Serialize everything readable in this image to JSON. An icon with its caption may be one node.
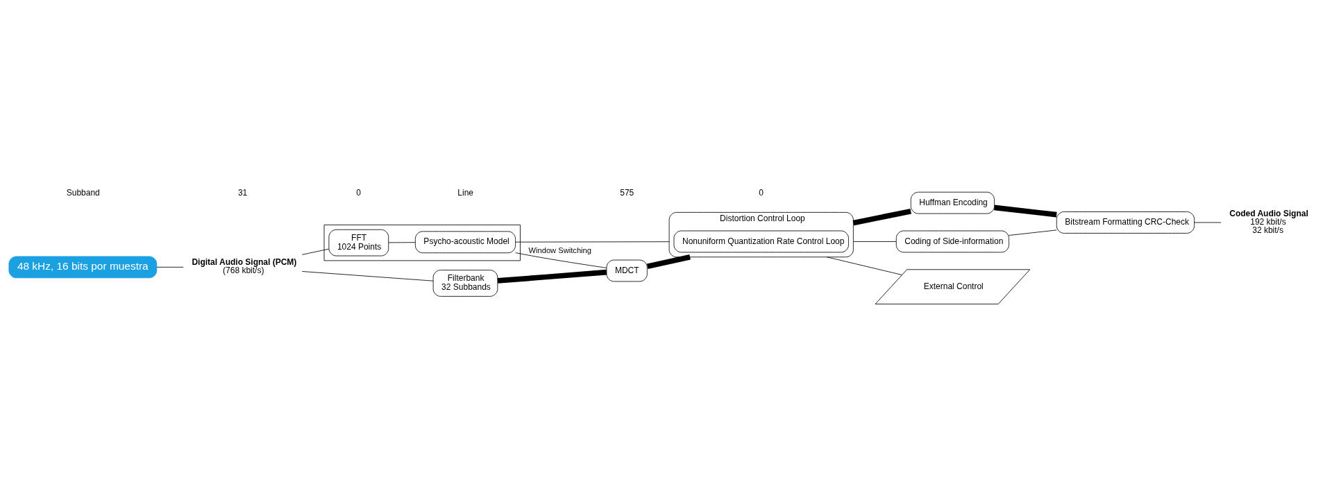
{
  "diagram": {
    "nodes": [
      {
        "text": [
          "Digital Audio Signal (PCM)",
          "(768 kbit/s)"
        ]
      },
      {
        "text": [
          "Filterbank",
          "32 Subbands"
        ]
      },
      {
        "text": [
          "MDCT"
        ]
      },
      {
        "text": [
          "Distortion Control Loop"
        ]
      },
      {
        "text": [
          "Nonuniform Quantization Rate Control Loop"
        ],
        "in": 3
      },
      {
        "text": [
          "Huffman Encoding"
        ]
      },
      {
        "text": [
          "Bitstream Formatting CRC-Check"
        ]
      },
      {
        "text": [
          "Coded Audio Signal",
          "192 kbit/s",
          "32 kbit/s"
        ]
      },
      {
        "text": [
          "Coding of Side-information"
        ]
      },
      {
        "text": [],
        "shape": "box"
      },
      {
        "text": [
          "FFT",
          "1024 Points"
        ],
        "in": 9
      },
      {
        "text": [
          "Psycho-acoustic Model"
        ],
        "in": 9
      },
      {
        "text": [
          "External Control"
        ]
      },
      {
        "text": [
          "48 kHz, 16 bits por muestra"
        ]
      }
    ],
    "edges": [
      {
        "from": 0,
        "to": 1,
        "arrow": "none"
      },
      {
        "from": 0,
        "to": 10,
        "arrow": "none"
      },
      {
        "from": 1,
        "to": 2,
        "arrow": "none",
        "style": "thick"
      },
      {
        "from": 2,
        "to": 3,
        "arrow": "none",
        "style": "thick"
      },
      {
        "from": 3,
        "to": 5,
        "arrow": "none",
        "style": "thick"
      },
      {
        "from": 5,
        "to": 6,
        "arrow": "none",
        "style": "thick"
      },
      {
        "from": 6,
        "to": 7,
        "arrow": "none"
      },
      {
        "from": 10,
        "to": 11,
        "arrow": "none"
      },
      {
        "from": 11,
        "to": 2,
        "arrow": "none",
        "label": "Window Switching"
      },
      {
        "from": 11,
        "to": 3,
        "arrow": "none"
      },
      {
        "from": 3,
        "to": 8,
        "arrow": "none"
      },
      {
        "from": 8,
        "to": 6,
        "arrow": "none"
      },
      {
        "from": 3,
        "to": 12,
        "arrow": "none"
      },
      {
        "from": 13,
        "to": 0,
        "arrow": "none"
      }
    ],
    "labels": [
      "Subband",
      "31",
      "0",
      "Line",
      "575",
      "0"
    ]
  }
}
